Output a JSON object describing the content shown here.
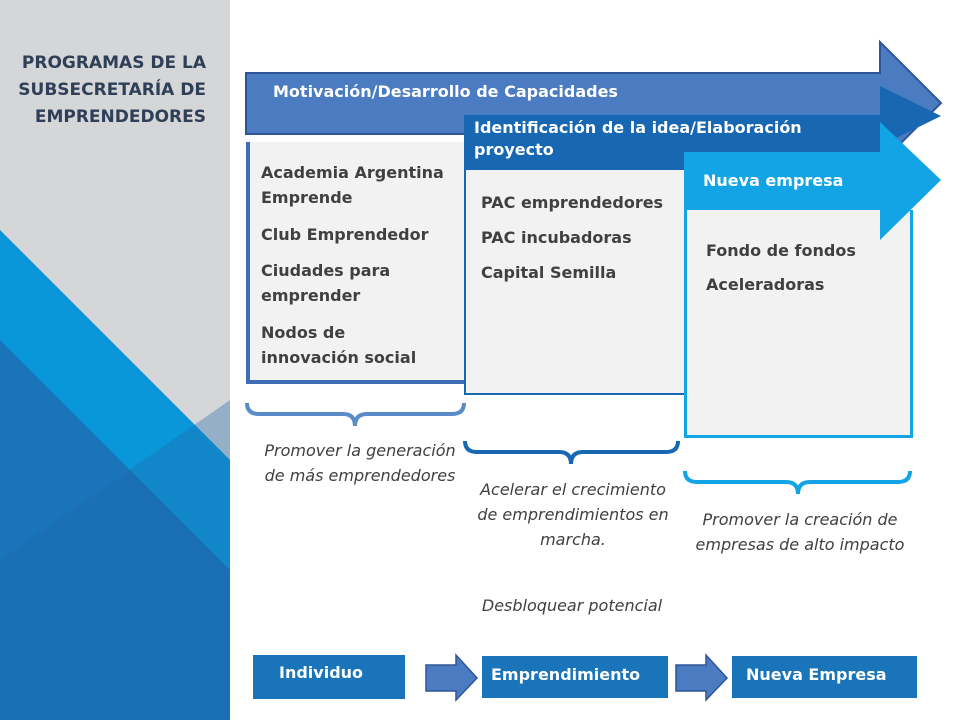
{
  "title": [
    "PROGRAMAS DE LA",
    "SUBSECRETARÍA DE",
    "EMPRENDEDORES"
  ],
  "stages": [
    {
      "label": "Motivación/Desarrollo de Capacidades",
      "items": [
        "Academia Argentina Emprende",
        "Club Emprendedor",
        "Ciudades para emprender",
        "Nodos de innovación social"
      ],
      "caption": [
        "Promover la generación de más emprendedores"
      ]
    },
    {
      "label": "Identificación de la idea/Elaboración proyecto",
      "items": [
        "PAC emprendedores",
        "PAC incubadoras",
        "Capital Semilla"
      ],
      "caption": [
        "Acelerar el crecimiento de emprendimientos en marcha.",
        "Desbloquear potencial"
      ]
    },
    {
      "label": "Nueva empresa",
      "items": [
        "Fondo de fondos",
        "Aceleradoras"
      ],
      "caption": [
        "Promover la creación de empresas de alto impacto"
      ]
    }
  ],
  "flow": [
    "Individuo",
    "Emprendimiento",
    "Nueva Empresa"
  ],
  "colors": {
    "gray": "#d5d6d8",
    "lightblue": "#0a97d9",
    "blue": "#1a74ba",
    "navy": "#1f4e8d",
    "band1": "#4b7cc1",
    "band2": "#1767b3",
    "band3": "#13a4e6",
    "text": "#404040",
    "title": "#2e3f57"
  }
}
